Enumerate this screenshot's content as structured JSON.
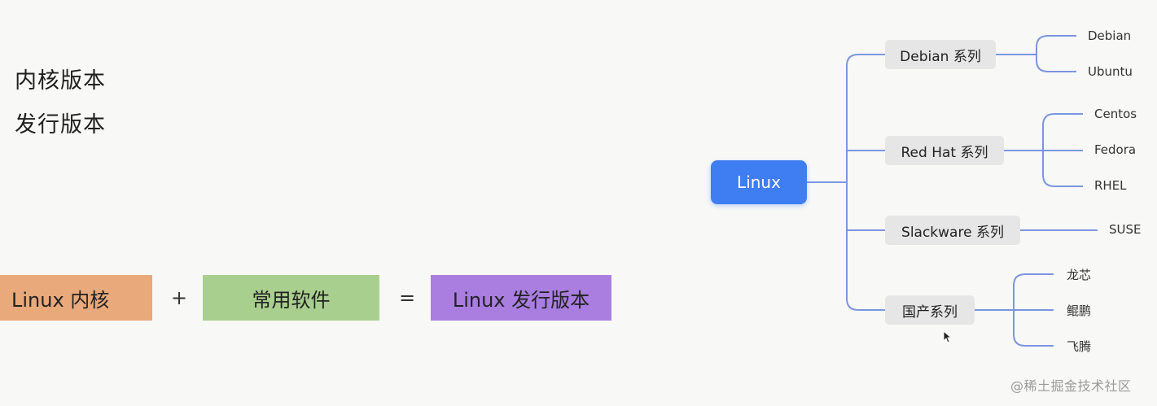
{
  "concepts": {
    "kernel_version": "内核版本",
    "distro_version": "发行版本"
  },
  "equation": {
    "term1": "Linux 内核",
    "plus": "+",
    "term2": "常用软件",
    "equals": "=",
    "result": "Linux 发行版本",
    "colors": {
      "term1": "#e9a97a",
      "term2": "#a9cf8f",
      "result": "#a97ee0"
    }
  },
  "mindmap": {
    "root": "Linux",
    "branches": [
      {
        "label": "Debian 系列",
        "children": [
          "Debian",
          "Ubuntu"
        ]
      },
      {
        "label": "Red Hat 系列",
        "children": [
          "Centos",
          "Fedora",
          "RHEL"
        ]
      },
      {
        "label": "Slackware 系列",
        "children": [
          "SUSE"
        ]
      },
      {
        "label": "国产系列",
        "children": [
          "龙芯",
          "鲲鹏",
          "飞腾"
        ]
      }
    ],
    "colors": {
      "root": "#3f7df3",
      "line": "#7b95e0",
      "branch_bg": "#e6e6e6"
    }
  },
  "watermark": "@稀土掘金技术社区"
}
